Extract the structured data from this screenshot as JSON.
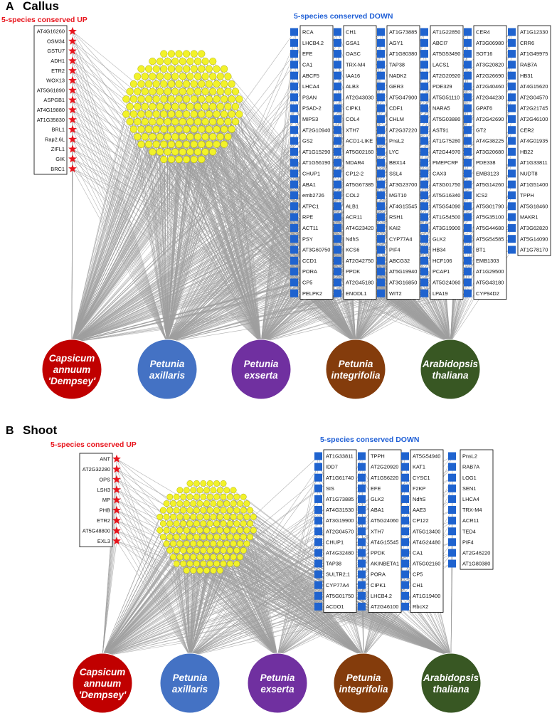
{
  "colors": {
    "edge": "#9f9f9f",
    "up_marker": "#e8141c",
    "down_marker": "#1f63cf",
    "hub_fill": "#f2f22a",
    "hub_stroke": "#a8a800",
    "up_title": "#e8141c",
    "down_title": "#1f5fd6"
  },
  "species": [
    {
      "lines": [
        "Capsicum",
        "annuum",
        "'Dempsey'"
      ],
      "color": "#c00000"
    },
    {
      "lines": [
        "Petunia",
        "axillaris"
      ],
      "color": "#4472c4"
    },
    {
      "lines": [
        "Petunia",
        "exserta"
      ],
      "color": "#7030a0"
    },
    {
      "lines": [
        "Petunia",
        "integrifolia"
      ],
      "color": "#843c0c"
    },
    {
      "lines": [
        "Arabidopsis",
        "thaliana"
      ],
      "color": "#385723"
    }
  ],
  "panels": [
    {
      "letter": "A",
      "title": "Callus",
      "up_title": "5-species conserved UP",
      "down_title": "5-species conserved DOWN",
      "up_genes": [
        "AT4G16260",
        "OSM34",
        "GSTU7",
        "ADH1",
        "ETR2",
        "WOX13",
        "AT5G61890",
        "ASPGB1",
        "AT4G19880",
        "AT1G35830",
        "BRL1",
        "Rap2.6L",
        "ZIFL1",
        "GIK",
        "BRC1"
      ],
      "down_columns": [
        [
          "RCA",
          "LHCB4.2",
          "EFE",
          "CA1",
          "ABCF5",
          "LHCA4",
          "PSAN",
          "PSAD-2",
          "MIPS3",
          "AT2G10940",
          "GS2",
          "AT1G15290",
          "AT1G56190",
          "CHUP1",
          "ABA1",
          "emb2726",
          "ATPC1",
          "RPE",
          "ACT11",
          "PSY",
          "AT3G60750",
          "CCD1",
          "PORA",
          "CP5",
          "PELPK2"
        ],
        [
          "CH1",
          "GSA1",
          "OASC",
          "TRX-M4",
          "IAA16",
          "ALB3",
          "AT2G43030",
          "CIPK1",
          "COL4",
          "XTH7",
          "ACD1-LIKE",
          "AT5G02160",
          "MDAR4",
          "CP12-2",
          "AT5G67385",
          "COL2",
          "ALB1",
          "ACR11",
          "AT4G23420",
          "NdhS",
          "KCS6",
          "AT2G42750",
          "PPDK",
          "AT2G45180",
          "ENODL1"
        ],
        [
          "AT1G73885",
          "AGY1",
          "AT1G80380",
          "TAP38",
          "NADK2",
          "GER3",
          "AT5G47900",
          "CDF1",
          "CHLM",
          "AT2G37220",
          "PnsL2",
          "LYC",
          "BBX14",
          "SSL4",
          "AT3G23700",
          "MGT10",
          "AT4G15545",
          "RSH1",
          "KAI2",
          "CYP77A4",
          "PIF4",
          "ABCG32",
          "AT5G19940",
          "AT3G16850",
          "WIT2"
        ],
        [
          "AT1G22850",
          "ABCI7",
          "AT5G53490",
          "LACS1",
          "AT2G20920",
          "PDE329",
          "AT5G51110",
          "NARA5",
          "AT5G03880",
          "AST91",
          "AT1G75280",
          "AT2G44970",
          "PMEPCRF",
          "CAX3",
          "AT3G01750",
          "AT5G16340",
          "AT5G54090",
          "AT1G54500",
          "AT3G19900",
          "GLK2",
          "HB34",
          "HCF106",
          "PCAP1",
          "AT5G24060",
          "LPA19"
        ],
        [
          "CER4",
          "AT3G06980",
          "SOT16",
          "AT3G20820",
          "AT2G26690",
          "AT2G40460",
          "AT2G44230",
          "GPAT6",
          "AT2G42690",
          "GT2",
          "AT4G38225",
          "AT3G20680",
          "PDE338",
          "EMB3123",
          "AT5G14260",
          "ICS2",
          "AT5G01790",
          "AT5G35100",
          "AT5G44680",
          "AT5G54585",
          "BT1",
          "EMB1303",
          "AT1G29500",
          "AT5G43180",
          "CYP94D2"
        ],
        [
          "AT1G12330",
          "CRR6",
          "AT1G49975",
          "RAB7A",
          "HB31",
          "AT4G15620",
          "AT2G04570",
          "AT2G21745",
          "AT2G46100",
          "CER2",
          "AT4G01935",
          "HB22",
          "AT1G33811",
          "NUDT8",
          "AT1G51400",
          "TPPH",
          "AT5G18460",
          "MAKR1",
          "AT3G62820",
          "AT5G14090",
          "AT1G78170"
        ]
      ]
    },
    {
      "letter": "B",
      "title": "Shoot",
      "up_title": "5-species conserved UP",
      "down_title": "5-species conserved DOWN",
      "up_genes": [
        "ANT",
        "AT2G32280",
        "OPS",
        "LSH3",
        "MP",
        "PHB",
        "ETR2",
        "AT5G48800",
        "EXL3"
      ],
      "down_columns": [
        [
          "AT1G33811",
          "IDD7",
          "AT1G61740",
          "SIS",
          "AT1G73885",
          "AT4G31530",
          "AT3G19900",
          "AT2G04570",
          "CHUP1",
          "AT4G32480",
          "TAP38",
          "SULTR2;1",
          "CYP77A4",
          "AT5G01750",
          "ACDO1"
        ],
        [
          "TPPH",
          "AT2G20920",
          "AT1G56220",
          "EFE",
          "GLK2",
          "ABA1",
          "AT5G24060",
          "XTH7",
          "AT4G15545",
          "PPDK",
          "AKINBETA1",
          "PORA",
          "CIPK1",
          "LHCB4.2",
          "AT2G46100"
        ],
        [
          "AT5G54940",
          "KAT1",
          "CYSC1",
          "F2KP",
          "NdhS",
          "AAE3",
          "CP122",
          "AT5G13400",
          "AT4G24480",
          "CA1",
          "AT5G02160",
          "CP5",
          "CH1",
          "AT1G19400",
          "RbcX2"
        ],
        [
          "PnsL2",
          "RAB7A",
          "LOG1",
          "SEN1",
          "LHCA4",
          "TRX-M4",
          "ACR11",
          "TED4",
          "PIF4",
          "AT2G46220",
          "AT1G80380"
        ]
      ]
    }
  ]
}
